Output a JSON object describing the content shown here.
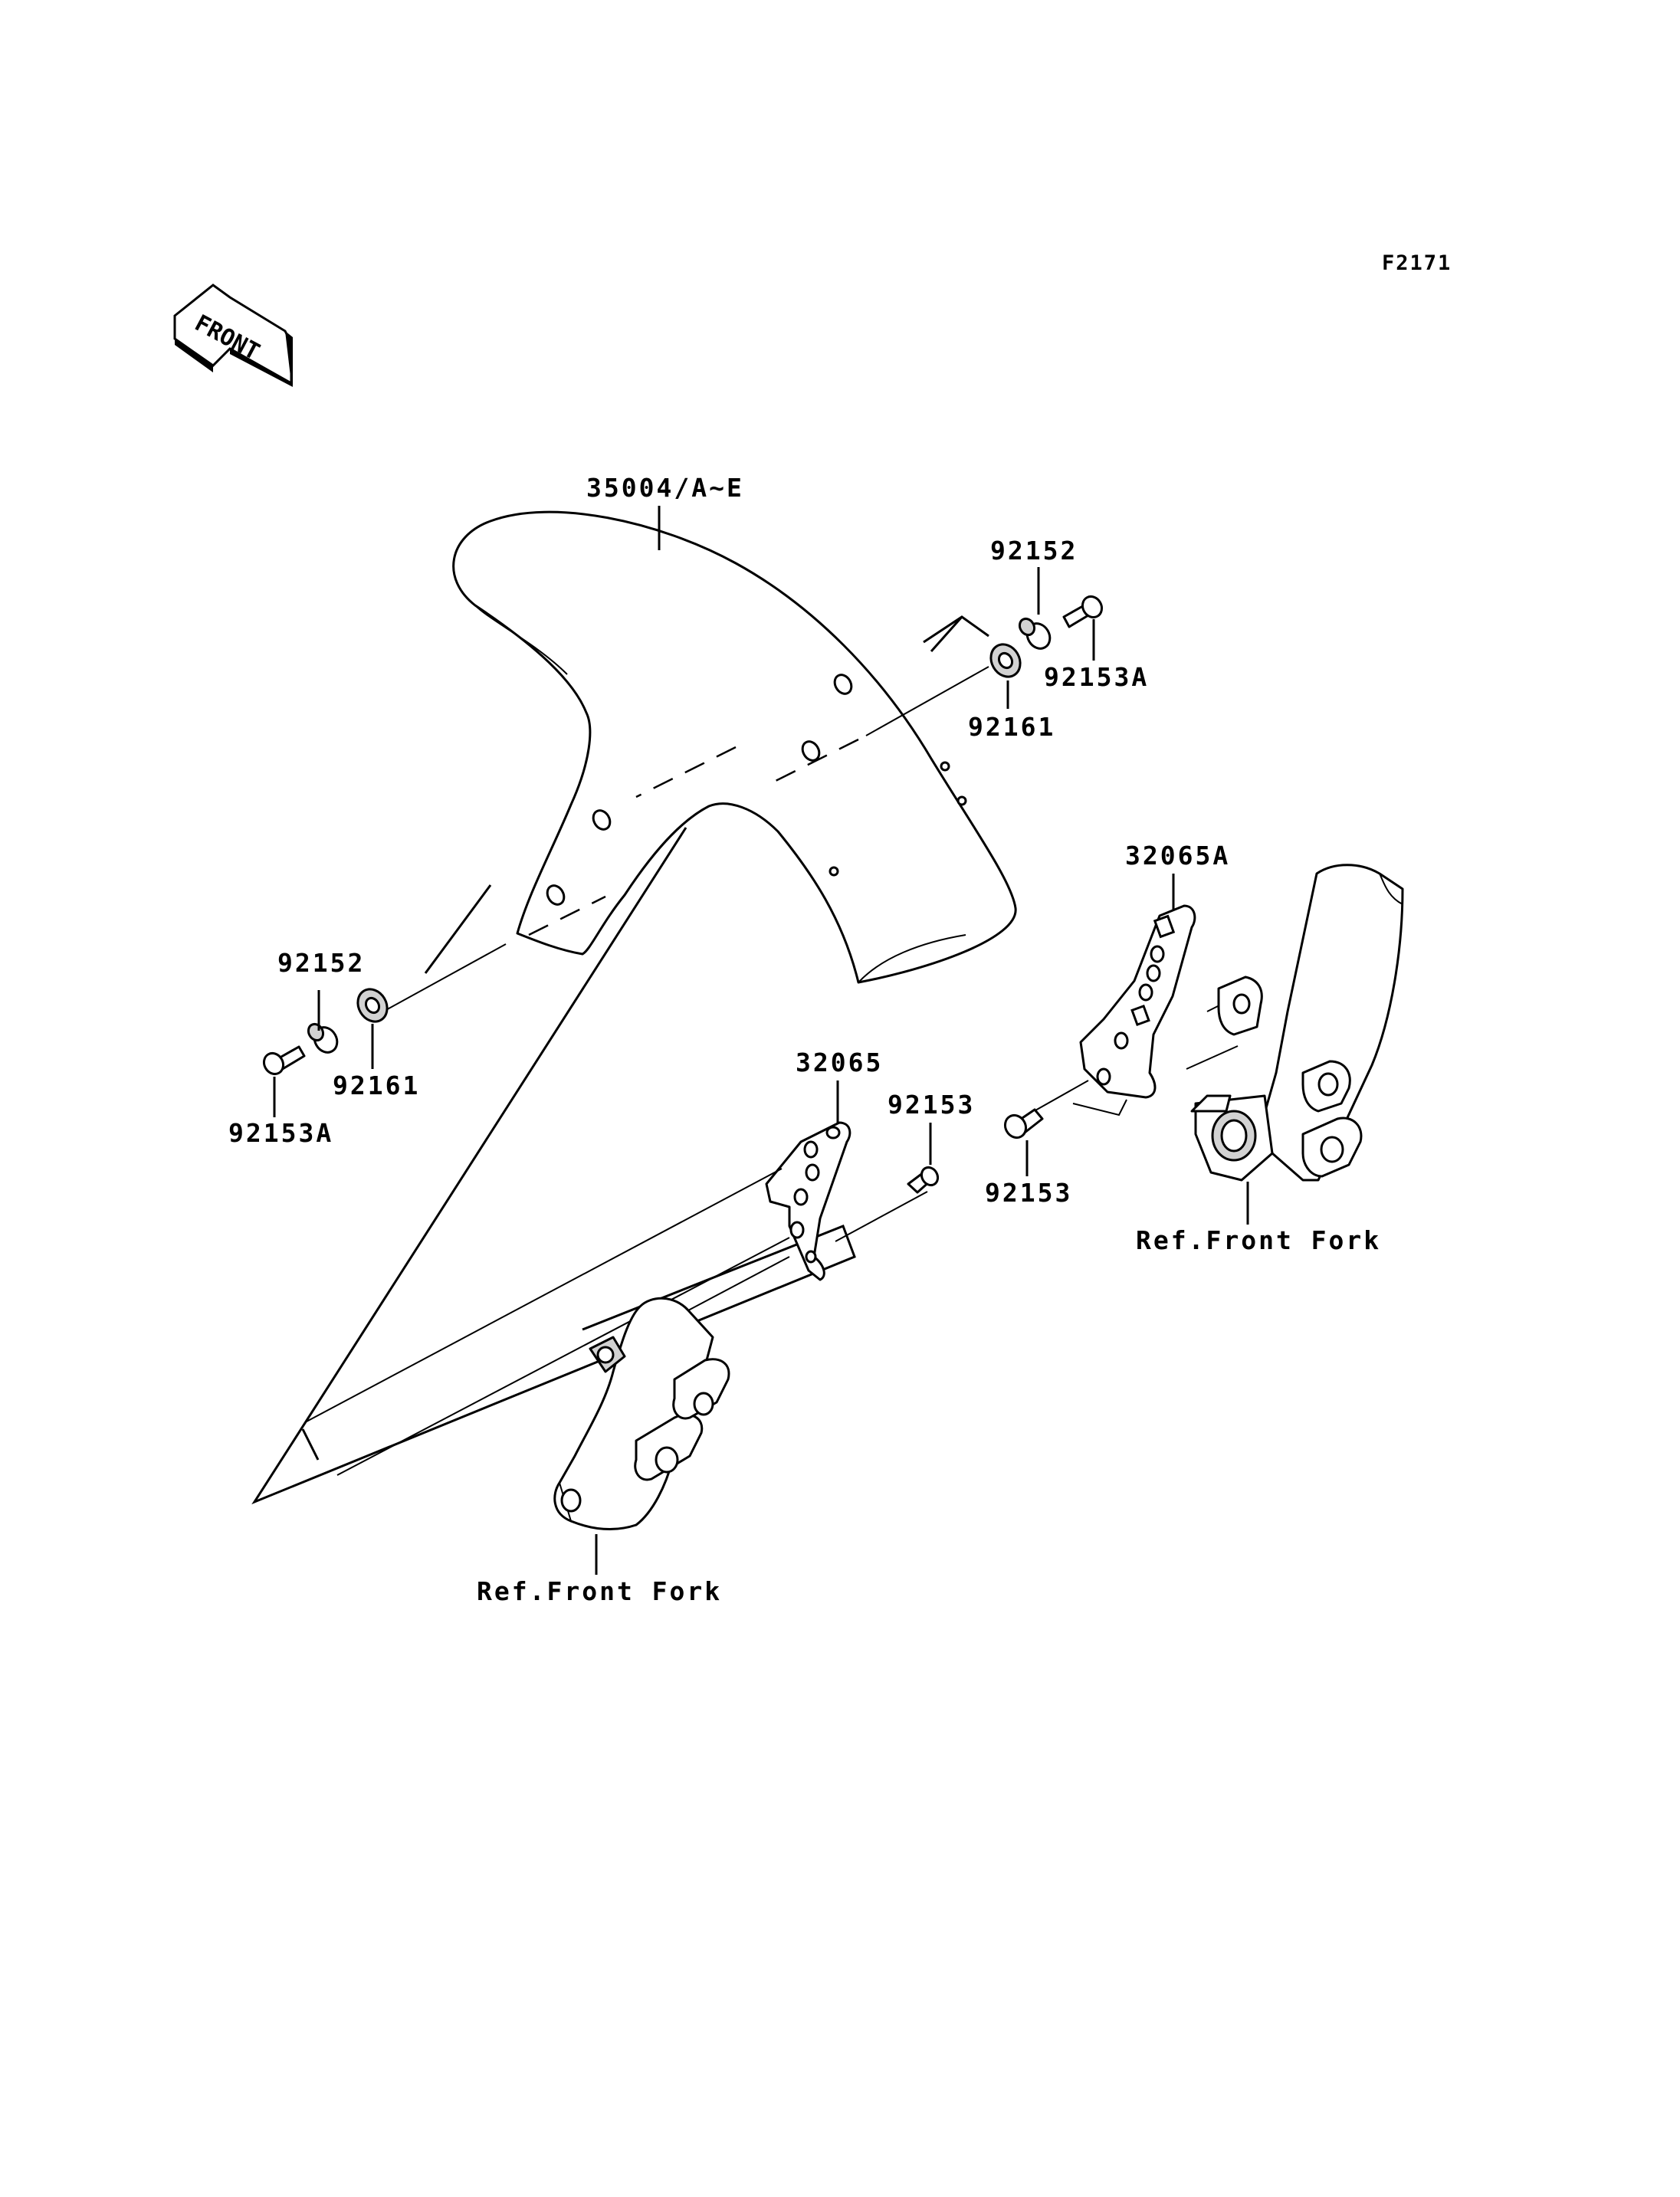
{
  "diagram": {
    "code": "F2171",
    "front_arrow_text": "FRONT",
    "parts": {
      "fender": "35004/A~E",
      "nut_right": "92152",
      "collar_right": "92161",
      "bolt_right": "92153A",
      "nut_left": "92152",
      "collar_left": "92161",
      "bolt_left": "92153A",
      "bracket_left": "32065",
      "bracket_right": "32065A",
      "bolt_bracket_left": "92153",
      "bolt_bracket_right": "92153"
    },
    "refs": {
      "fork_right": "Ref.Front Fork",
      "fork_left": "Ref.Front Fork"
    }
  }
}
